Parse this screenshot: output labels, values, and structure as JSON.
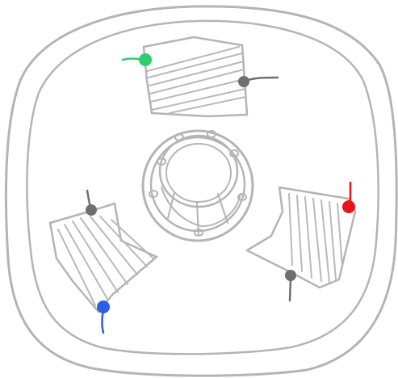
{
  "colors": {
    "outline": "#b4b4b4",
    "hatch": "#b9b9b9",
    "core": "#a9a9a9",
    "pin_green": "#2ecc71",
    "pin_gray": "#6f6f6f",
    "pin_red": "#e8141b",
    "pin_blue": "#2f5ee6"
  },
  "pins": [
    {
      "name": "green-pin",
      "color": "pin_green",
      "draggable": true
    },
    {
      "name": "gray-pin-top",
      "color": "pin_gray",
      "draggable": true
    },
    {
      "name": "red-pin",
      "color": "pin_red",
      "draggable": true
    },
    {
      "name": "gray-pin-right",
      "color": "pin_gray",
      "draggable": true
    },
    {
      "name": "gray-pin-left",
      "color": "pin_gray",
      "draggable": true
    },
    {
      "name": "blue-pin",
      "color": "pin_blue",
      "draggable": true
    }
  ],
  "panels": [
    {
      "name": "panel-top"
    },
    {
      "name": "panel-right"
    },
    {
      "name": "panel-left"
    }
  ],
  "icons": {
    "hub": "cylinder-hub-icon",
    "ring": "donut-ring-icon"
  }
}
